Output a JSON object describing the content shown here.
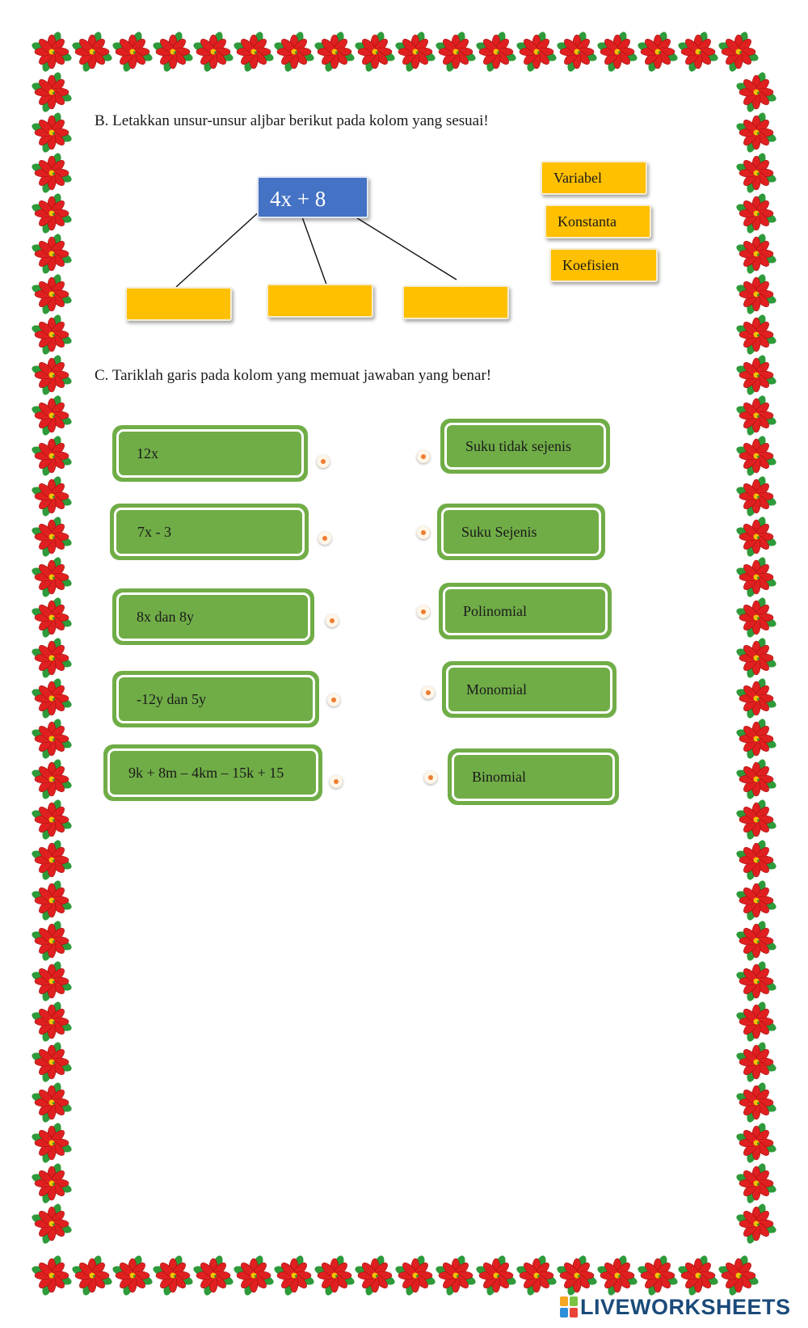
{
  "section_b": {
    "instruction": "B. Letakkan unsur-unsur aljbar berikut pada kolom yang sesuai!",
    "expression": "4x + 8",
    "terms": [
      "Variabel",
      "Konstanta",
      "Koefisien"
    ],
    "colors": {
      "expression_box": "#4472c4",
      "slot": "#ffc000"
    }
  },
  "section_c": {
    "instruction": "C. Tariklah garis pada kolom yang memuat jawaban yang benar!",
    "left_items": [
      "12x",
      "7x - 3",
      "8x dan 8y",
      "-12y dan 5y",
      "9k + 8m – 4km – 15k + 15"
    ],
    "right_items": [
      "Suku tidak sejenis",
      "Suku Sejenis",
      "Polinomial",
      "Monomial",
      "Binomial"
    ],
    "colors": {
      "box": "#70ad47",
      "dot": "#ed7d31"
    }
  },
  "border": {
    "icon": "poinsettia-flower-icon",
    "colors": {
      "petal": "#e02020",
      "leaf": "#2e9a3a"
    }
  },
  "footer": {
    "logo_text": "LIVEWORKSHEETS",
    "logo_icon": "liveworksheets-logo-icon"
  }
}
